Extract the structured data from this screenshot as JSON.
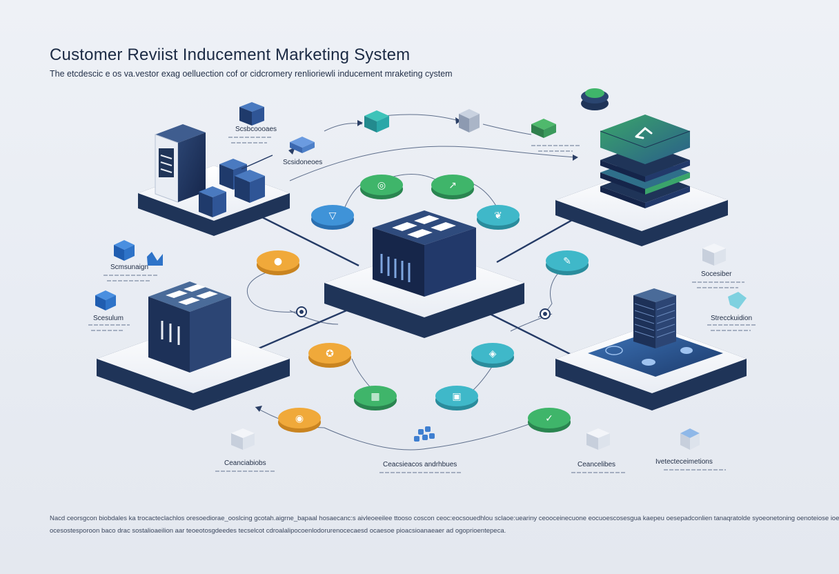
{
  "header": {
    "title": "Customer Reviist Inducement Marketing System",
    "subtitle": "The etcdescic e os va.vestor exag oelluection cof or cidcromery renlioriewli inducement mraketing cystem"
  },
  "labels": {
    "top_server": "Scsbcoooaes",
    "top_link": "Scsidoneoes",
    "left_upper": "Scmsunaign",
    "left_lower": "Scesulum",
    "right_upper": "Socesiber",
    "right_lower": "Strecckuidion",
    "bottom_left": "Ceanciabiobs",
    "bottom_center": "Ceacsieacos andrhbues",
    "bottom_mid_right": "Ceancelibes",
    "bottom_right": "Ivetecteceimetions"
  },
  "footer": {
    "line1": "Nacd ceorsgcon biobdales ka trocacteclachlos oresoediorae_ooslcing gcotah.aigrne_bapaal hosaecanc:s aivleoeeilee ttooso coscon ceoc:eocsouedhlou sclaoe:ueariny ceooceinecuone eocuoescosesgua kaepeu oesepadconlien tanaqratolde syoeonetoning oenoteiose ioeiocseug",
    "line2": "ocesostesporoon baco drac sostalioaeilion aar teoeotosgdeedes tecselcot cdroalalipocoenlodorurenocecaesd ocaesoe pioacsioanaeaer ad ogoprioentepeca."
  },
  "colors": {
    "navy": "#1f3458",
    "navy_dark": "#14233f",
    "platform_top": "#f7f9fc",
    "green": "#3fb56a",
    "teal": "#3fb8c9",
    "blue": "#3f93d8",
    "orange": "#f0a93a",
    "connector": "#263c66"
  },
  "icons": {
    "central_hub": "grid-cube-icon",
    "top_right_stack": "layered-database-icon",
    "left_hub": "window-cube-icon",
    "right_tower": "server-tower-icon",
    "top_left_server": "server-rack-icon"
  },
  "nodes": [
    {
      "name": "node-target-icon",
      "color": "green"
    },
    {
      "name": "node-chart-icon",
      "color": "green"
    },
    {
      "name": "node-funnel-icon",
      "color": "blue"
    },
    {
      "name": "node-leaf-icon",
      "color": "teal"
    },
    {
      "name": "node-coin-icon",
      "color": "orange"
    },
    {
      "name": "node-chat-icon",
      "color": "teal"
    },
    {
      "name": "node-ticket-icon",
      "color": "orange"
    },
    {
      "name": "node-tag-icon",
      "color": "teal"
    },
    {
      "name": "node-gift-icon",
      "color": "green"
    },
    {
      "name": "node-box-icon",
      "color": "teal"
    },
    {
      "name": "node-bell-icon",
      "color": "orange"
    },
    {
      "name": "node-star-icon",
      "color": "green"
    },
    {
      "name": "node-eye-icon",
      "color": "green"
    }
  ]
}
